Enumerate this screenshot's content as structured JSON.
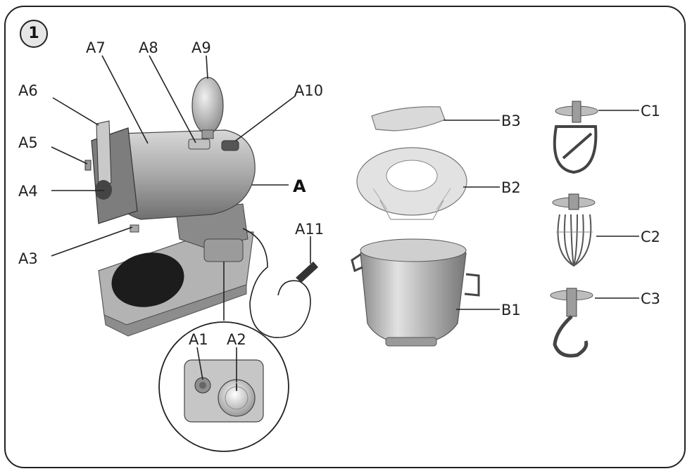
{
  "figure": {
    "number": "1"
  },
  "labels": {
    "A": "A",
    "A1": "A1",
    "A2": "A2",
    "A3": "A3",
    "A4": "A4",
    "A5": "A5",
    "A6": "A6",
    "A7": "A7",
    "A8": "A8",
    "A9": "A9",
    "A10": "A10",
    "A11": "A11",
    "B1": "B1",
    "B2": "B2",
    "B3": "B3",
    "C1": "C1",
    "C2": "C2",
    "C3": "C3"
  }
}
